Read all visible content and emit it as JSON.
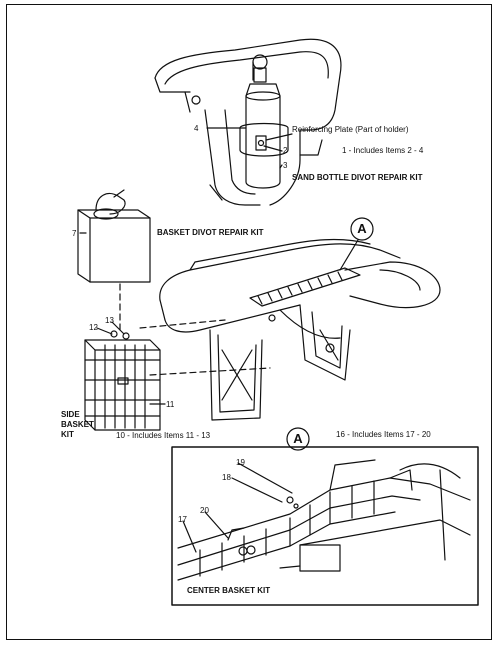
{
  "callouts": {
    "n1": "1 - Includes Items 2 - 4",
    "n2": "2",
    "n3": "3",
    "n4": "4",
    "n7": "7",
    "n10": "10 - Includes Items 11 - 13",
    "n11": "11",
    "n12": "12",
    "n13": "13",
    "n16": "16 - Includes Items 17 - 20",
    "n17": "17",
    "n18": "18",
    "n19": "19",
    "n20": "20",
    "reinforcing": "Reinforcing Plate (Part of holder)"
  },
  "headings": {
    "sand_bottle": "SAND BOTTLE DIVOT REPAIR KIT",
    "basket_divot": "BASKET DIVOT REPAIR KIT",
    "side_basket": [
      "SIDE",
      "BASKET",
      "KIT"
    ],
    "center_basket": "CENTER BASKET KIT"
  },
  "detail_marker": "A"
}
